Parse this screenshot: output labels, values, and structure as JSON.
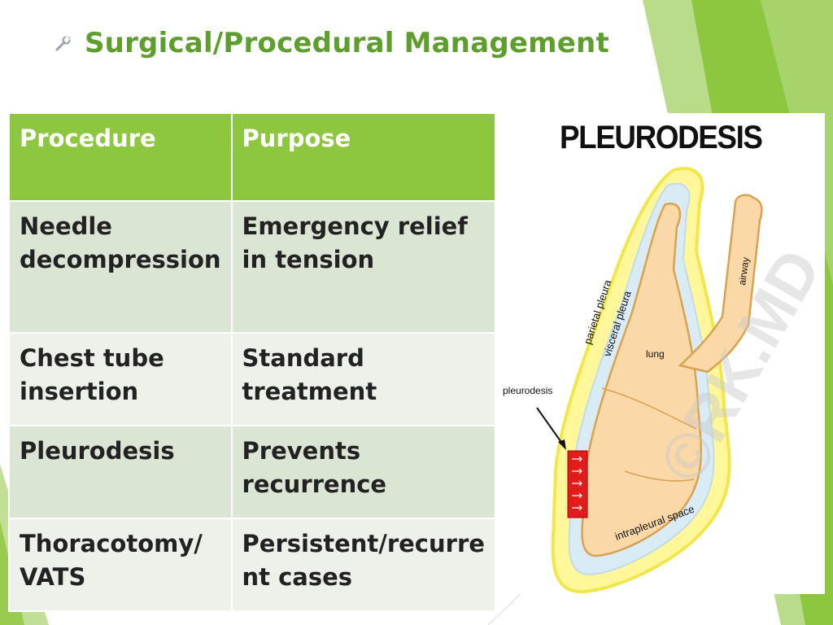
{
  "slide": {
    "title": "Surgical/Procedural Management",
    "title_icon": "wrench-icon",
    "accent_color": "#8dc63f",
    "title_color": "#5e9e2c"
  },
  "table": {
    "headers": [
      "Procedure",
      "Purpose"
    ],
    "rows": [
      {
        "procedure": "Needle decompression",
        "purpose": "Emergency relief in tension"
      },
      {
        "procedure": "Chest tube insertion",
        "purpose": "Standard treatment"
      },
      {
        "procedure": "Pleurodesis",
        "purpose": "Prevents recurrence"
      },
      {
        "procedure": "Thoracotomy/ VATS",
        "purpose": "Persistent/recurre nt cases"
      }
    ]
  },
  "figure": {
    "title": "PLEURODESIS",
    "labels": {
      "parietal_pleura": "parietal pleura",
      "visceral_pleura": "visceral pleura",
      "lung": "lung",
      "airway": "airway",
      "intrapleural_space": "intrapleural space",
      "pleurodesis": "pleurodesis"
    },
    "watermark": "©RK.MD"
  }
}
